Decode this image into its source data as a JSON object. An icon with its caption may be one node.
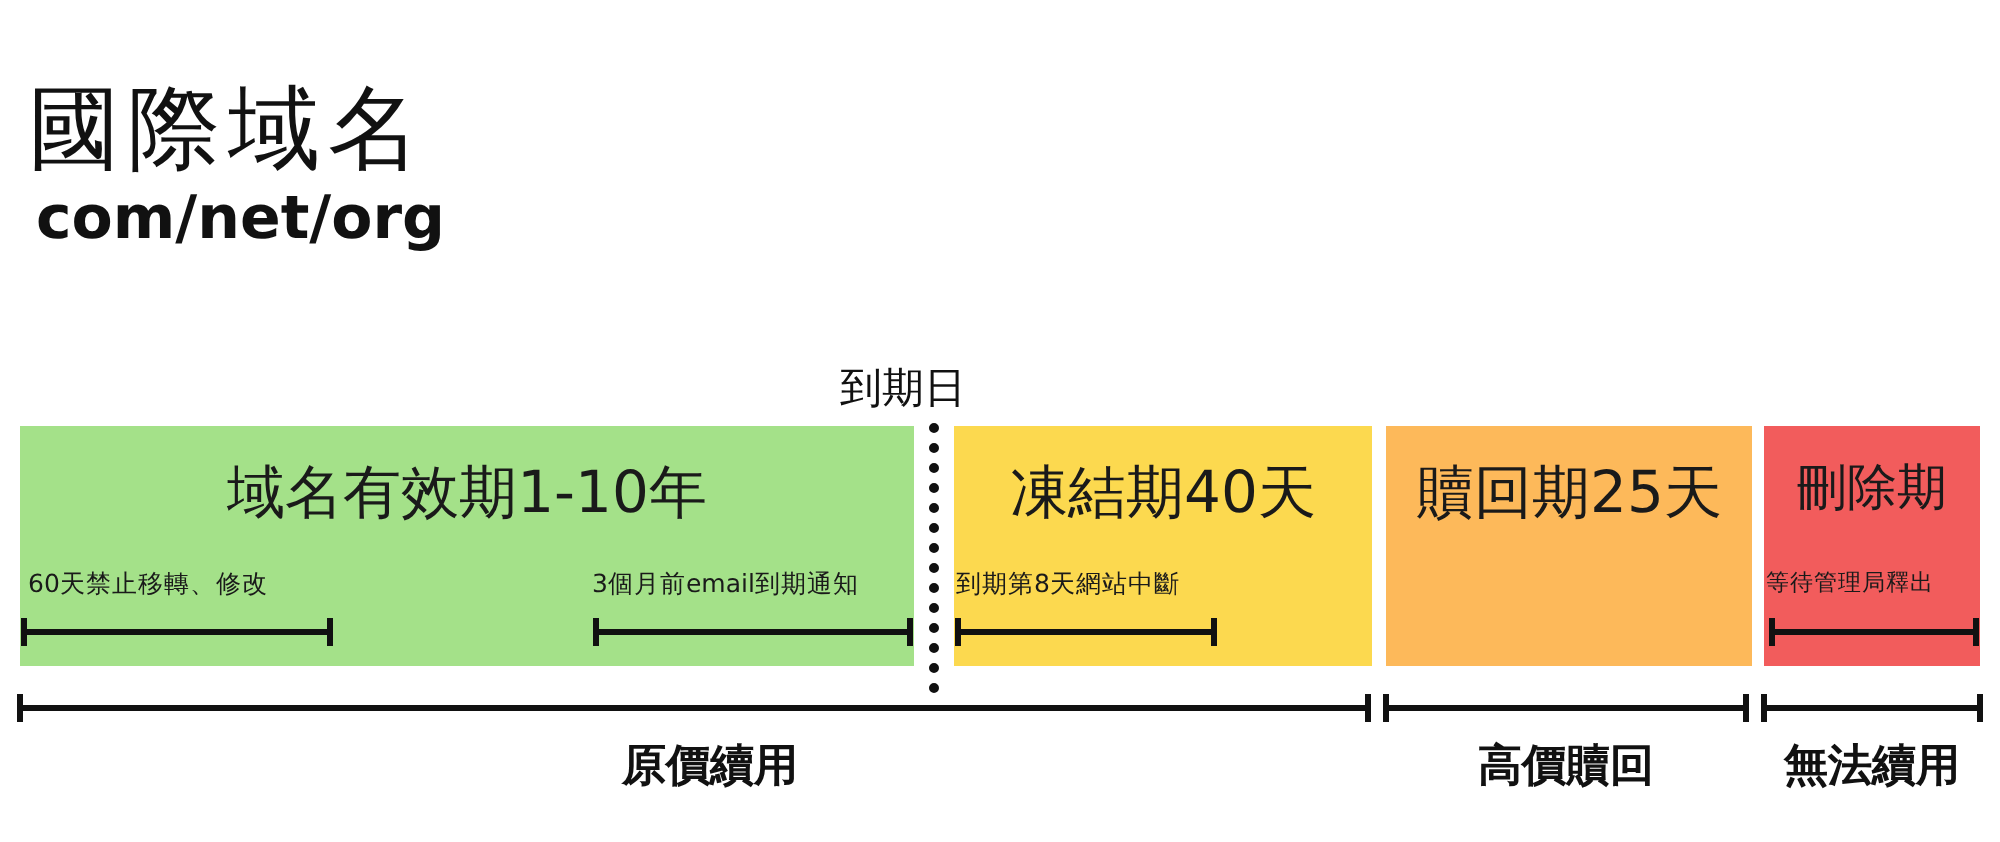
{
  "diagram": {
    "title": "國際域名",
    "nodes": [
      {
        "text": [
          "域名有效期1-10年",
          "60天禁止移轉、修改",
          "3個月前email到期通知"
        ]
      },
      {
        "text": [
          "凍結期40天",
          "到期第8天網站中斷"
        ]
      },
      {
        "text": [
          "贖回期25天"
        ]
      },
      {
        "text": [
          "刪除期",
          "等待管理局釋出"
        ]
      }
    ],
    "edges": [],
    "labels": [
      "com/net/org",
      "到期日",
      "原價續用",
      "高價贖回",
      "無法續用"
    ]
  }
}
